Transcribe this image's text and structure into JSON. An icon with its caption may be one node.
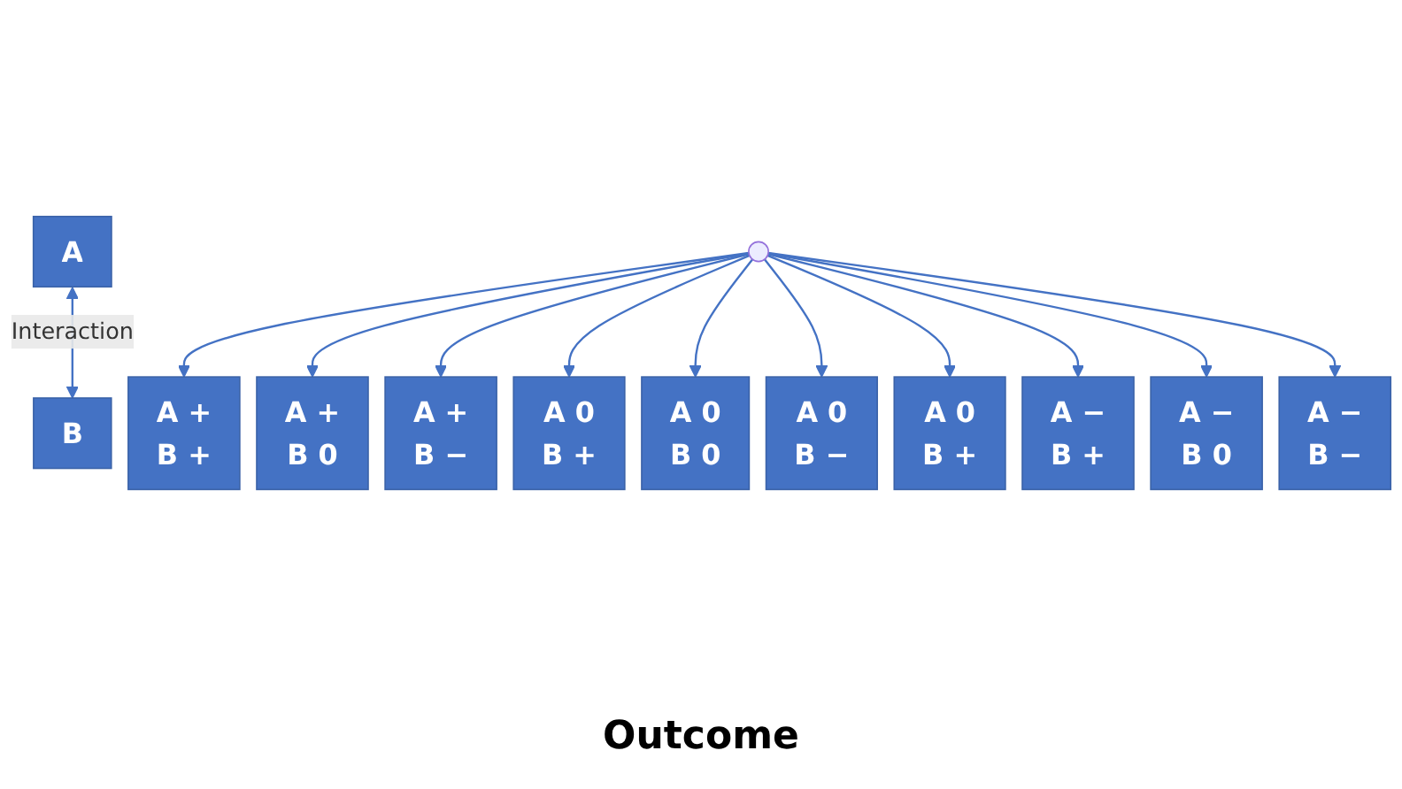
{
  "diagram": {
    "nodes": [
      {
        "text": [
          "A"
        ]
      },
      {
        "text": [
          "B"
        ]
      },
      {
        "text": [
          "A +",
          "B +"
        ]
      },
      {
        "text": [
          "A +",
          "B 0"
        ]
      },
      {
        "text": [
          "A +",
          "B −"
        ]
      },
      {
        "text": [
          "A 0",
          "B +"
        ]
      },
      {
        "text": [
          "A 0",
          "B 0"
        ]
      },
      {
        "text": [
          "A 0",
          "B −"
        ]
      },
      {
        "text": [
          "A 0",
          "B +"
        ]
      },
      {
        "text": [
          "A −",
          "B +"
        ]
      },
      {
        "text": [
          "A −",
          "B 0"
        ]
      },
      {
        "text": [
          "A −",
          "B −"
        ]
      }
    ],
    "edges": [
      {
        "from": 0,
        "to": 1,
        "arrow": "both",
        "label": "Interaction"
      },
      {
        "from": null,
        "to": 2,
        "arrow": "to"
      },
      {
        "from": null,
        "to": 3,
        "arrow": "to"
      },
      {
        "from": null,
        "to": 4,
        "arrow": "to"
      },
      {
        "from": null,
        "to": 5,
        "arrow": "to"
      },
      {
        "from": null,
        "to": 6,
        "arrow": "to"
      },
      {
        "from": null,
        "to": 7,
        "arrow": "to"
      },
      {
        "from": null,
        "to": 8,
        "arrow": "to"
      },
      {
        "from": null,
        "to": 9,
        "arrow": "to"
      },
      {
        "from": null,
        "to": 10,
        "arrow": "to"
      },
      {
        "from": null,
        "to": 11,
        "arrow": "to"
      }
    ],
    "labels": [
      "Outcome"
    ]
  }
}
